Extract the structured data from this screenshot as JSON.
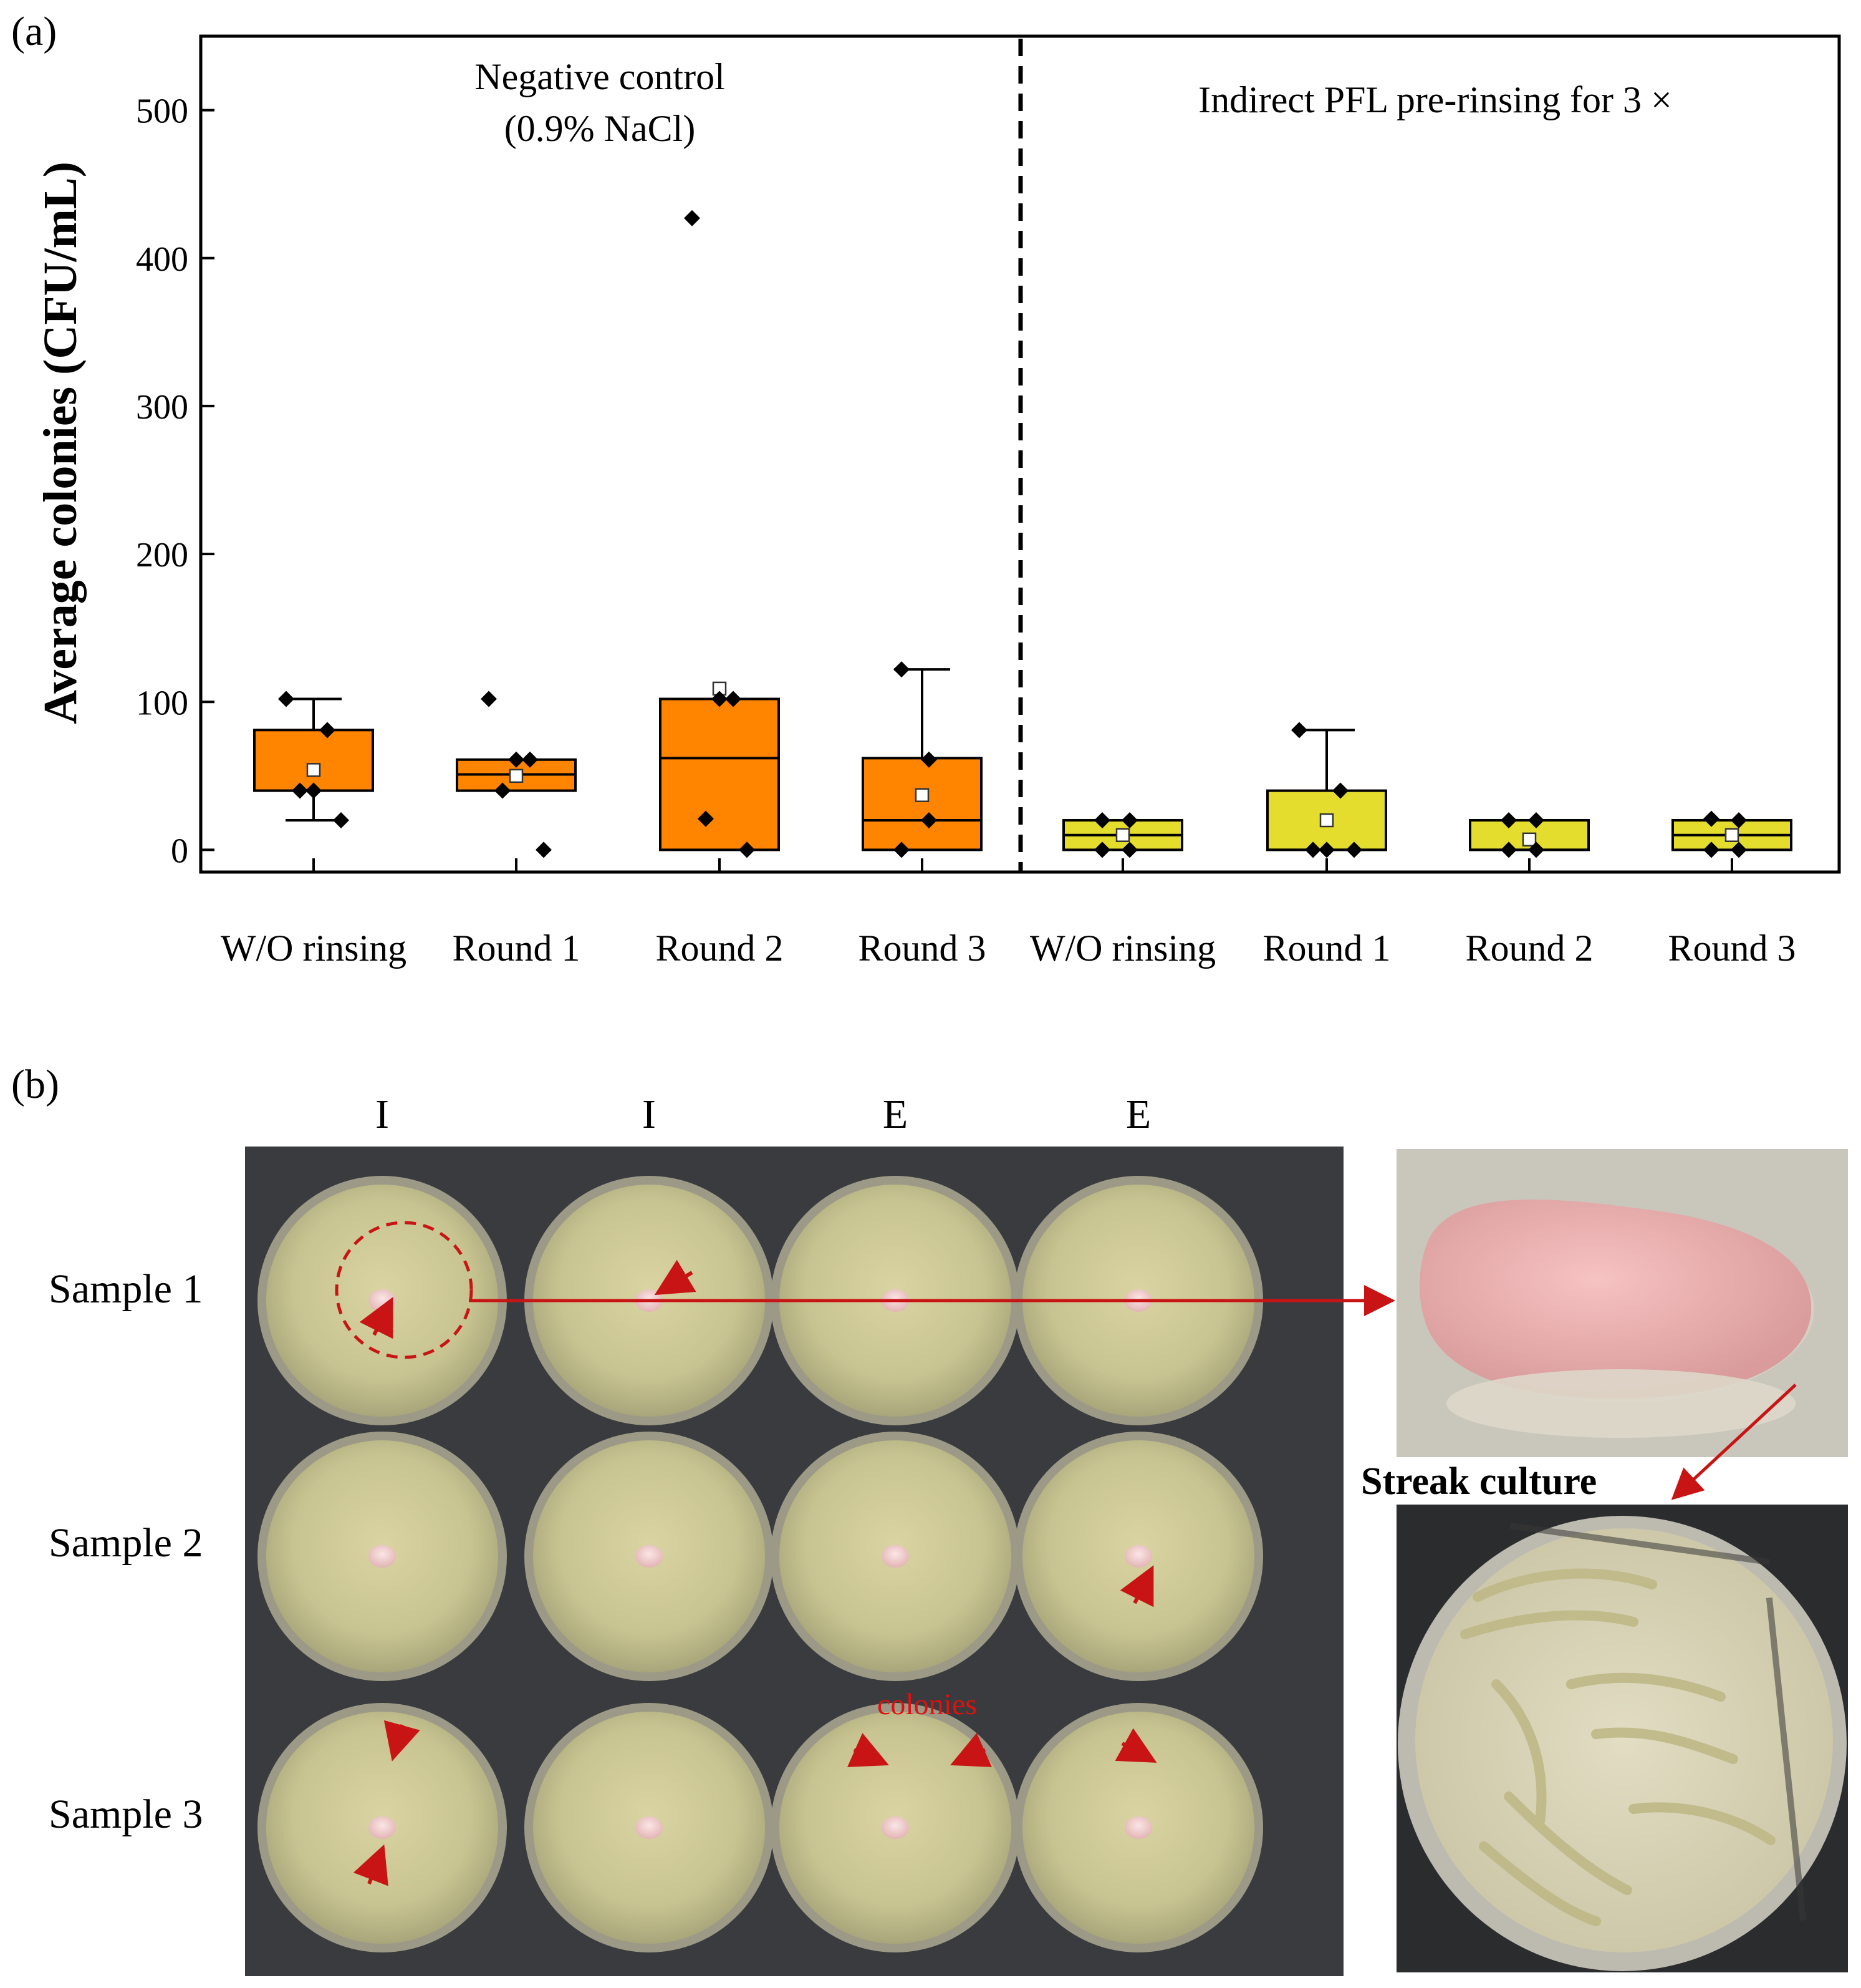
{
  "panel_a": {
    "label": "(a)"
  },
  "panel_b": {
    "label": "(b)",
    "column_labels": [
      "I",
      "I",
      "E",
      "E"
    ],
    "row_labels": [
      "Sample 1",
      "Sample 2",
      "Sample 3"
    ],
    "colonies_label": "colonies",
    "streak_label": "Streak culture"
  },
  "colors": {
    "negative_box": "#ff8400",
    "pfl_box": "#e5dd2e",
    "arrow_red": "#c81414",
    "colonies_text": "#e01010"
  },
  "chart_data": {
    "type": "box",
    "ylabel": "Average colonies (CFU/mL)",
    "ylim": [
      -15,
      550
    ],
    "yticks": [
      0,
      100,
      200,
      300,
      400,
      500
    ],
    "categories": [
      "W/O rinsing",
      "Round 1",
      "Round 2",
      "Round 3",
      "W/O rinsing",
      "Round 1",
      "Round 2",
      "Round 3"
    ],
    "groups": [
      {
        "label_lines": [
          "Negative control",
          "(0.9% NaCl)"
        ],
        "color": "#ff8400"
      },
      {
        "label_lines": [
          "Indirect PFL pre-rinsing for 3 ×"
        ],
        "color": "#e5dd2e"
      }
    ],
    "divider_between": [
      3,
      4
    ],
    "boxes": [
      {
        "group": 0,
        "q1": 40,
        "median": 40,
        "q3": 81,
        "whisker_low": 20,
        "whisker_high": 102,
        "mean": 54,
        "points": [
          102,
          81,
          40,
          40,
          20
        ]
      },
      {
        "group": 0,
        "q1": 40,
        "median": 51,
        "q3": 61,
        "whisker_low": null,
        "whisker_high": null,
        "mean": 50,
        "points": [
          102,
          61,
          61,
          40,
          0
        ]
      },
      {
        "group": 0,
        "q1": 0,
        "median": 62,
        "q3": 102,
        "whisker_low": null,
        "whisker_high": null,
        "mean": 109,
        "points": [
          427,
          102,
          102,
          21,
          0
        ]
      },
      {
        "group": 0,
        "q1": 0,
        "median": 20,
        "q3": 62,
        "whisker_low": null,
        "whisker_high": 122,
        "mean": 37,
        "points": [
          122,
          61,
          20,
          0
        ]
      },
      {
        "group": 1,
        "q1": 0,
        "median": 10,
        "q3": 20,
        "whisker_low": null,
        "whisker_high": null,
        "mean": 10,
        "points": [
          20,
          20,
          0,
          0
        ]
      },
      {
        "group": 1,
        "q1": 0,
        "median": 0,
        "q3": 40,
        "whisker_low": null,
        "whisker_high": 81,
        "mean": 20,
        "points": [
          81,
          40,
          0,
          0,
          0
        ]
      },
      {
        "group": 1,
        "q1": 0,
        "median": 0,
        "q3": 20,
        "whisker_low": null,
        "whisker_high": null,
        "mean": 7,
        "points": [
          20,
          20,
          0,
          0
        ]
      },
      {
        "group": 1,
        "q1": 0,
        "median": 10,
        "q3": 20,
        "whisker_low": null,
        "whisker_high": null,
        "mean": 10,
        "points": [
          21,
          20,
          0,
          0
        ]
      }
    ]
  }
}
